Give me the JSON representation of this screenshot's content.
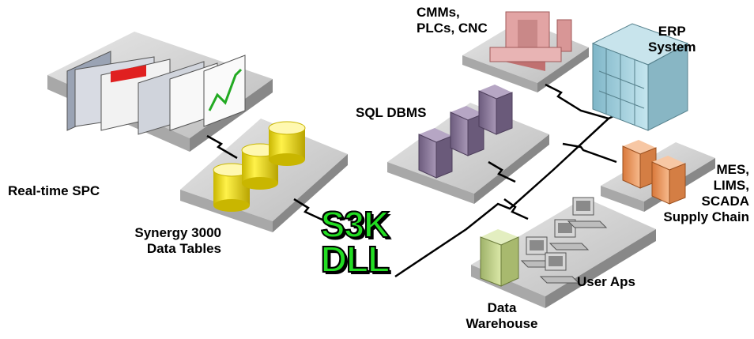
{
  "labels": {
    "realtime_spc": "Real-time SPC",
    "synergy_line1": "Synergy 3000",
    "synergy_line2": "Data Tables",
    "s3k_line1": "S3K",
    "s3k_line2": "DLL",
    "cmms_line1": "CMMs,",
    "cmms_line2": "PLCs, CNC",
    "erp_line1": "ERP",
    "erp_line2": "System",
    "sql_dbms": "SQL DBMS",
    "mes_line1": "MES,",
    "mes_line2": "LIMS,",
    "mes_line3": "SCADA",
    "mes_line4": "Supply Chain",
    "user_aps": "User Aps",
    "warehouse_line1": "Data",
    "warehouse_line2": "Warehouse"
  },
  "colors": {
    "platform_top": "#d4d4d4",
    "platform_side": "#9a9a9a",
    "cylinder": "#f0e000",
    "s3k_text": "#22dd22",
    "erp_rack": "#a9d3e0",
    "sql_server": "#8f7d9e",
    "mes_server": "#f0a066",
    "warehouse_server": "#c8d88a",
    "cmm_machine": "#e2a4a4"
  }
}
